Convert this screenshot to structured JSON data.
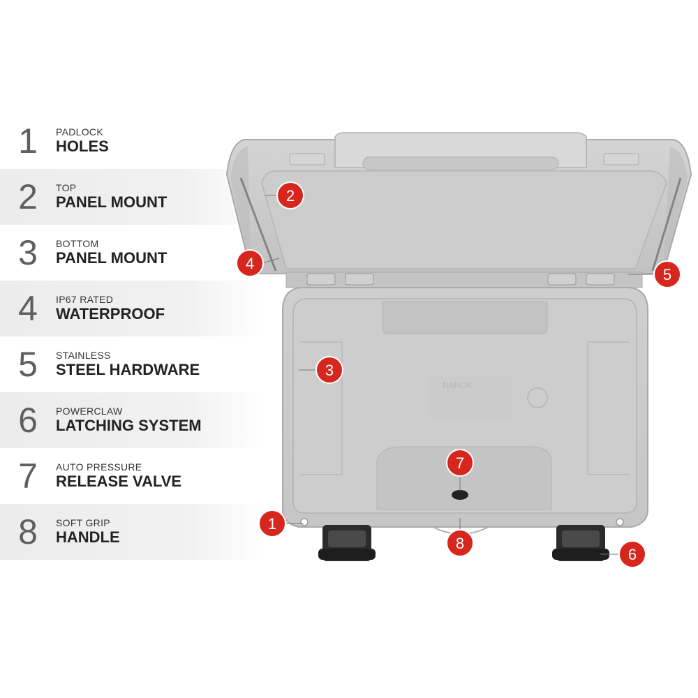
{
  "features": [
    {
      "number": "1",
      "line1": "PADLOCK",
      "line2": "HOLES"
    },
    {
      "number": "2",
      "line1": "TOP",
      "line2": "PANEL MOUNT"
    },
    {
      "number": "3",
      "line1": "BOTTOM",
      "line2": "PANEL MOUNT"
    },
    {
      "number": "4",
      "line1": "IP67 RATED",
      "line2": "WATERPROOF"
    },
    {
      "number": "5",
      "line1": "STAINLESS",
      "line2": "STEEL HARDWARE"
    },
    {
      "number": "6",
      "line1": "POWERCLAW",
      "line2": "LATCHING SYSTEM"
    },
    {
      "number": "7",
      "line1": "AUTO PRESSURE",
      "line2": "RELEASE VALVE"
    },
    {
      "number": "8",
      "line1": "SOFT GRIP",
      "line2": "HANDLE"
    }
  ],
  "case": {
    "brand_embossing": "NANUK",
    "callouts": [
      "1",
      "2",
      "3",
      "4",
      "5",
      "6",
      "7",
      "8"
    ]
  },
  "colors": {
    "callout_red": "#d7261e",
    "case_gray": "#c9c9c9",
    "latch_black": "#2a2a2a",
    "number_gray": "#5f5f5f",
    "row_shade": "#ececec"
  }
}
